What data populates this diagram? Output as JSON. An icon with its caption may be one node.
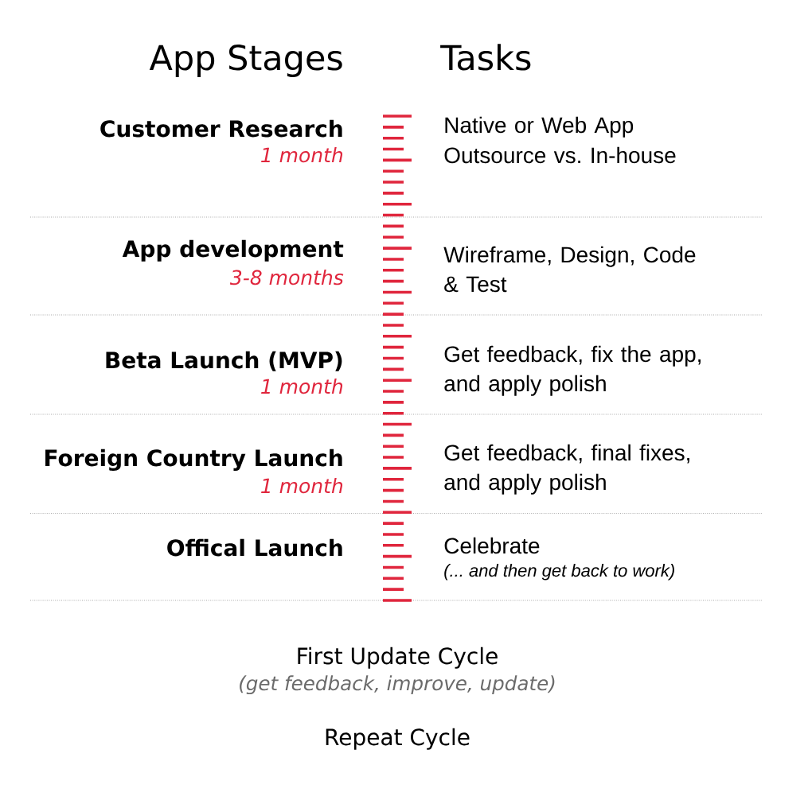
{
  "diagram": {
    "labels": [
      "App Stages",
      "Tasks",
      "Customer Research",
      "1 month",
      "Native or Web App",
      "Outsource vs. In-house",
      "App development",
      "3-8 months",
      "Wireframe, Design, Code & Test",
      "Beta Launch (MVP)",
      "1 month",
      "Get feedback, fix the app, and apply polish",
      "Foreign Country Launch",
      "1 month",
      "Get feedback, final fixes, and apply polish",
      "Offical Launch",
      "Celebrate",
      "(... and then get back to work)",
      "First Update Cycle",
      "(get feedback, improve, update)",
      "Repeat Cycle"
    ]
  }
}
